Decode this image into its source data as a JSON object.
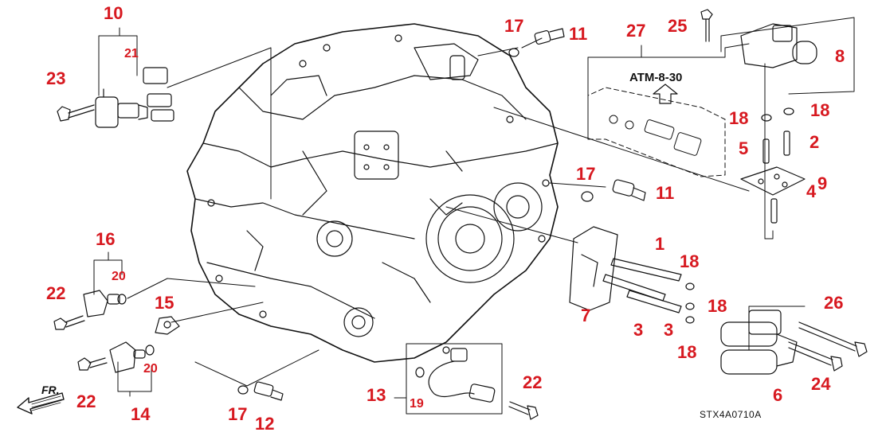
{
  "diagram": {
    "code": "STX4A0710A",
    "reference": "ATM-8-30",
    "front_marker": "FR.",
    "labels": [
      {
        "id": "p10",
        "text": "10"
      },
      {
        "id": "p21",
        "text": "21"
      },
      {
        "id": "p23",
        "text": "23"
      },
      {
        "id": "p17a",
        "text": "17"
      },
      {
        "id": "p11a",
        "text": "11"
      },
      {
        "id": "p27",
        "text": "27"
      },
      {
        "id": "p25",
        "text": "25"
      },
      {
        "id": "p8",
        "text": "8"
      },
      {
        "id": "p18a",
        "text": "18"
      },
      {
        "id": "p18b",
        "text": "18"
      },
      {
        "id": "p5",
        "text": "5"
      },
      {
        "id": "p2",
        "text": "2"
      },
      {
        "id": "p9",
        "text": "9"
      },
      {
        "id": "p4",
        "text": "4"
      },
      {
        "id": "p17b",
        "text": "17"
      },
      {
        "id": "p11b",
        "text": "11"
      },
      {
        "id": "p1",
        "text": "1"
      },
      {
        "id": "p18c",
        "text": "18"
      },
      {
        "id": "p18d",
        "text": "18"
      },
      {
        "id": "p18e",
        "text": "18"
      },
      {
        "id": "p7",
        "text": "7"
      },
      {
        "id": "p3a",
        "text": "3"
      },
      {
        "id": "p3b",
        "text": "3"
      },
      {
        "id": "p26",
        "text": "26"
      },
      {
        "id": "p24",
        "text": "24"
      },
      {
        "id": "p6",
        "text": "6"
      },
      {
        "id": "p16",
        "text": "16"
      },
      {
        "id": "p20a",
        "text": "20"
      },
      {
        "id": "p22a",
        "text": "22"
      },
      {
        "id": "p15",
        "text": "15"
      },
      {
        "id": "p20b",
        "text": "20"
      },
      {
        "id": "p22b",
        "text": "22"
      },
      {
        "id": "p14",
        "text": "14"
      },
      {
        "id": "p17c",
        "text": "17"
      },
      {
        "id": "p12",
        "text": "12"
      },
      {
        "id": "p13",
        "text": "13"
      },
      {
        "id": "p19",
        "text": "19"
      },
      {
        "id": "p22c",
        "text": "22"
      }
    ]
  }
}
